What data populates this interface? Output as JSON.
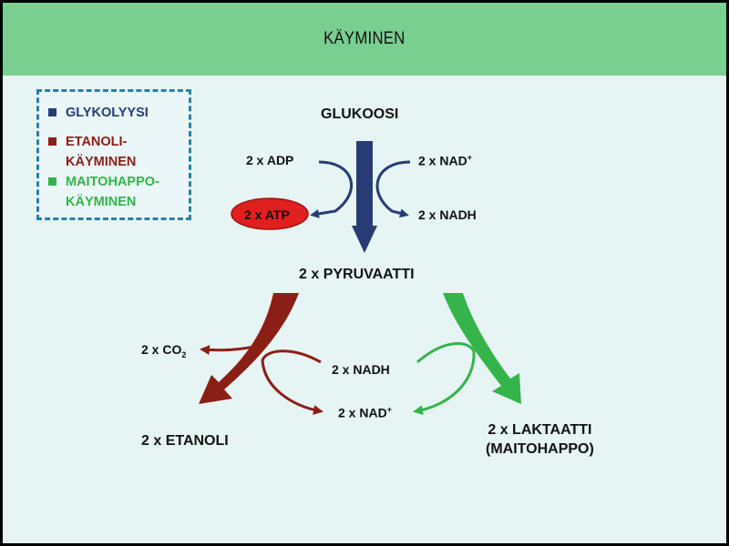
{
  "header": {
    "title": "KÄYMINEN"
  },
  "legend": [
    {
      "label": "GLYKOLYYSI",
      "color": "#273c75"
    },
    {
      "label": "ETANOLI-KÄYMINEN",
      "color": "#8b1f16"
    },
    {
      "label": "MAITOHAPPO-KÄYMINEN",
      "color": "#34b44a"
    }
  ],
  "nodes": {
    "glucose": "GLUKOOSI",
    "adp": "2 x ADP",
    "atp": "2 x ATP",
    "nad_top_main": "2 x NAD",
    "nad_top_sup": "+",
    "nadh_top": "2 x NADH",
    "pyruvate": "2 x PYRUVAATTI",
    "co2_main": "2 x CO",
    "co2_sub": "2",
    "nadh_mid": "2 x NADH",
    "nad_bottom_main": "2 x NAD",
    "nad_bottom_sup": "+",
    "ethanol": "2 x ETANOLI",
    "lactate_line1": "2 x LAKTAATTI",
    "lactate_line2": "(MAITOHAPPO)"
  },
  "colors": {
    "glycolysis": "#273c75",
    "ethanol": "#8b1f16",
    "lactic": "#34b44a",
    "atp_fill": "#e0201e",
    "header": "#78cf8f"
  }
}
